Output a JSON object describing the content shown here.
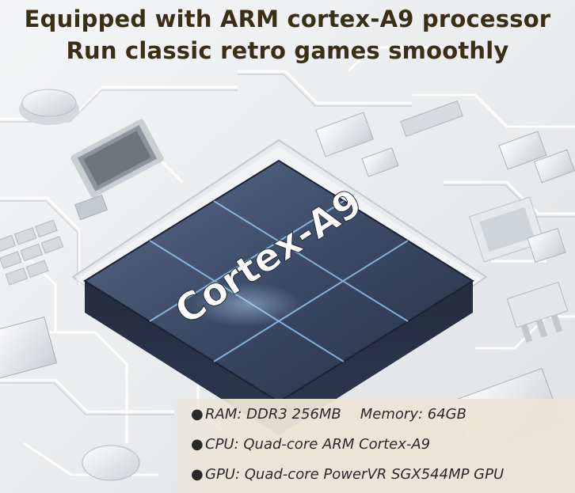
{
  "headline": {
    "line1": "Equipped with ARM cortex-A9 processor",
    "line2": "Run classic retro games smoothly"
  },
  "chip": {
    "label": "Cortex-A9"
  },
  "specs": {
    "bullet": "●",
    "ram": "RAM: DDR3 256MB",
    "memory": "Memory: 64GB",
    "cpu": "CPU: Quad-core ARM Cortex-A9",
    "gpu": "GPU: Quad-core PowerVR SGX544MP GPU"
  },
  "colors": {
    "headline_text": "#3b2e16",
    "board_bg": "#eceef0",
    "chip_top": "#3c4a66",
    "chip_grid_glow": "#9fd4ff",
    "spec_panel": "#ece5d6"
  }
}
